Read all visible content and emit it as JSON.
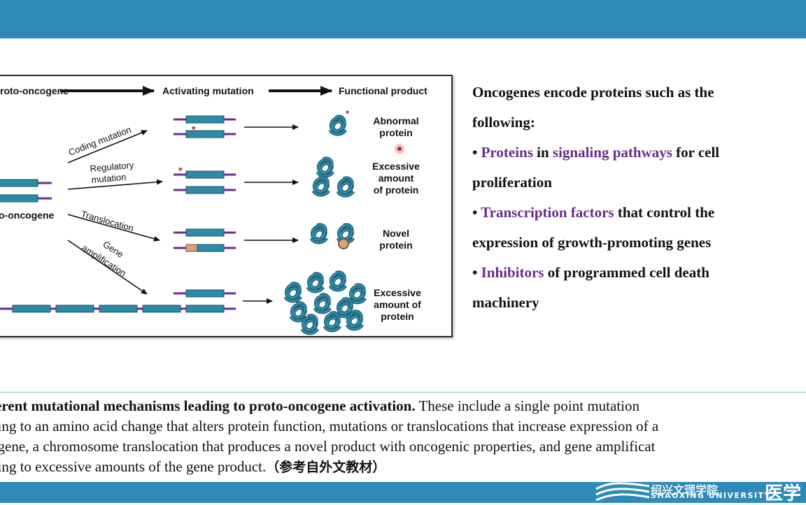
{
  "figure": {
    "header": {
      "proto": "roto-oncogene",
      "activating": "Activating mutation",
      "functional": "Functional product"
    },
    "left_label": "o-oncogene",
    "arrows": {
      "coding": "Coding mutation",
      "regulatory_1": "Regulatory",
      "regulatory_2": "mutation",
      "translocation": "Translocation",
      "gene_1": "Gene",
      "gene_2": "amplification"
    },
    "asterisk": "*",
    "products": {
      "abnormal_1": "Abnormal",
      "abnormal_2": "protein",
      "excessive_1": "Excessive",
      "excessive_2": "amount",
      "excessive_3": "of protein",
      "novel_1": "Novel",
      "novel_2": "protein",
      "excessive_b1": "Excessive",
      "excessive_b2": "amount of",
      "excessive_b3": "protein"
    },
    "colors": {
      "gene": "#2c8ba6",
      "gene_stroke": "#1f4e66",
      "line": "#6a2c8c",
      "translocated": "#d8a27c",
      "mark": "#b0203c"
    }
  },
  "right": {
    "intro_1": "Oncogenes encode proteins such as the",
    "intro_2": "following:",
    "b1_bullet": "• ",
    "b1_t1": "Proteins",
    "b1_t2": " in ",
    "b1_t3": "signaling pathways",
    "b1_t4": " for cell",
    "b1_line2": "proliferation",
    "b2_bullet": "• ",
    "b2_t1": "Transcription factors",
    "b2_t2": " that control the",
    "b2_line2": "expression of growth-promoting genes",
    "b3_bullet": "• ",
    "b3_t1": "Inhibitors",
    "b3_t2": " of programmed cell death",
    "b3_line2": "machinery",
    "accent": "#6a2c8c"
  },
  "caption": {
    "bold": "ferent mutational mechanisms leading to proto-oncogene activation.",
    "l1_rest": " These include a single point mutation",
    "l2": "ding to an amino acid change that alters protein function, mutations or translocations that increase expression of a",
    "l3": "ogene, a chromosome translocation that produces a novel product with oncogenic properties, and gene amplificat",
    "l4": "ding to excessive amounts of the gene product.",
    "ref": "（参考自外文教材）"
  },
  "footer": {
    "university": "SHAOXING UNIVERSITY",
    "mark_left": "绍兴文理学院",
    "mark_right": "医学"
  }
}
